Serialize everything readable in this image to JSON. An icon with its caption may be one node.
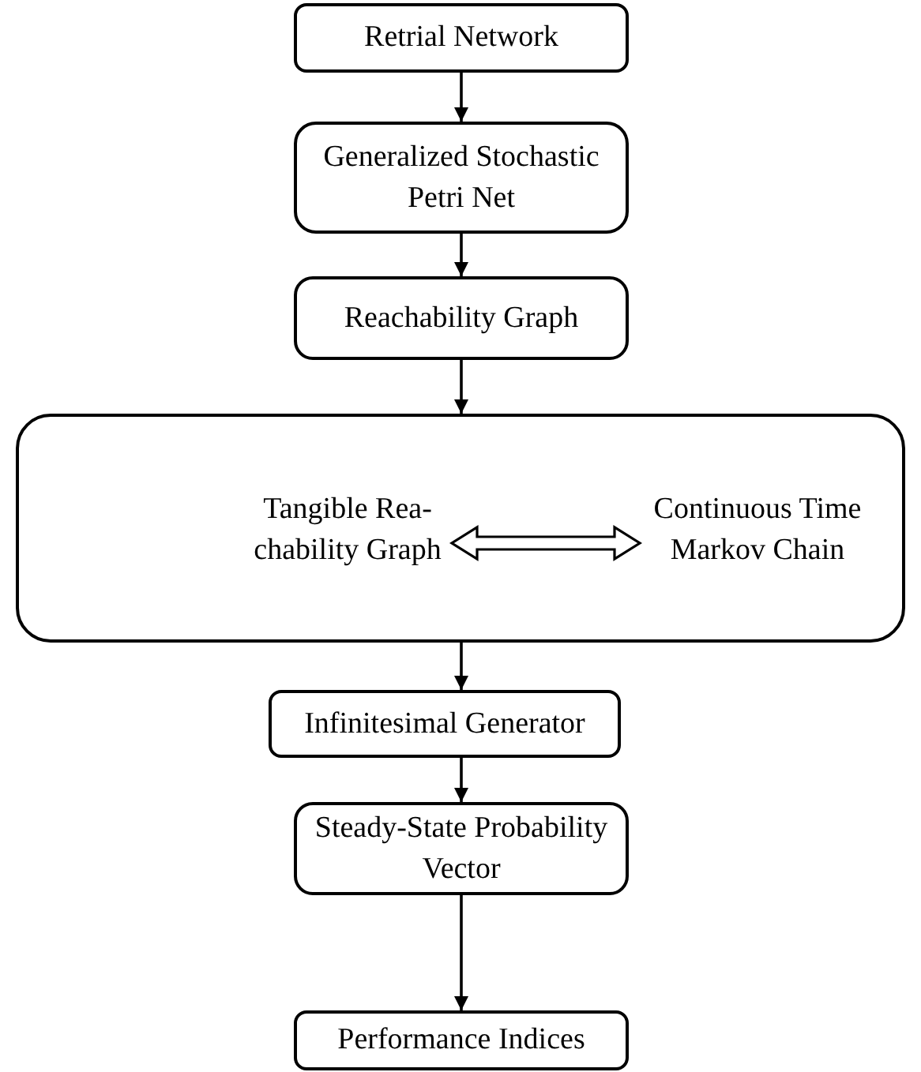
{
  "diagram": {
    "nodes": [
      {
        "text": [
          "Retrial Network"
        ]
      },
      {
        "text": [
          "Generalized Stochastic Petri Net"
        ]
      },
      {
        "text": [
          "Reachability Graph"
        ]
      },
      {
        "text": [],
        "shape": "box"
      },
      {
        "text": [
          "Tangible Rea- chability Graph"
        ],
        "in": 3
      },
      {
        "text": [
          "Continuous Time Markov Chain"
        ],
        "in": 3
      },
      {
        "text": [
          "Infinitesimal Generator"
        ]
      },
      {
        "text": [
          "Steady-State Probability Vector"
        ]
      },
      {
        "text": [
          "Performance Indices"
        ]
      }
    ],
    "edges": [
      {
        "from": 0,
        "to": 1,
        "arrow": "to"
      },
      {
        "from": 1,
        "to": 2,
        "arrow": "to"
      },
      {
        "from": 2,
        "to": 3,
        "arrow": "to"
      },
      {
        "from": 4,
        "to": 5,
        "arrow": "both"
      },
      {
        "from": 3,
        "to": 6,
        "arrow": "to"
      },
      {
        "from": 6,
        "to": 7,
        "arrow": "to"
      },
      {
        "from": 7,
        "to": 8,
        "arrow": "to"
      }
    ]
  }
}
